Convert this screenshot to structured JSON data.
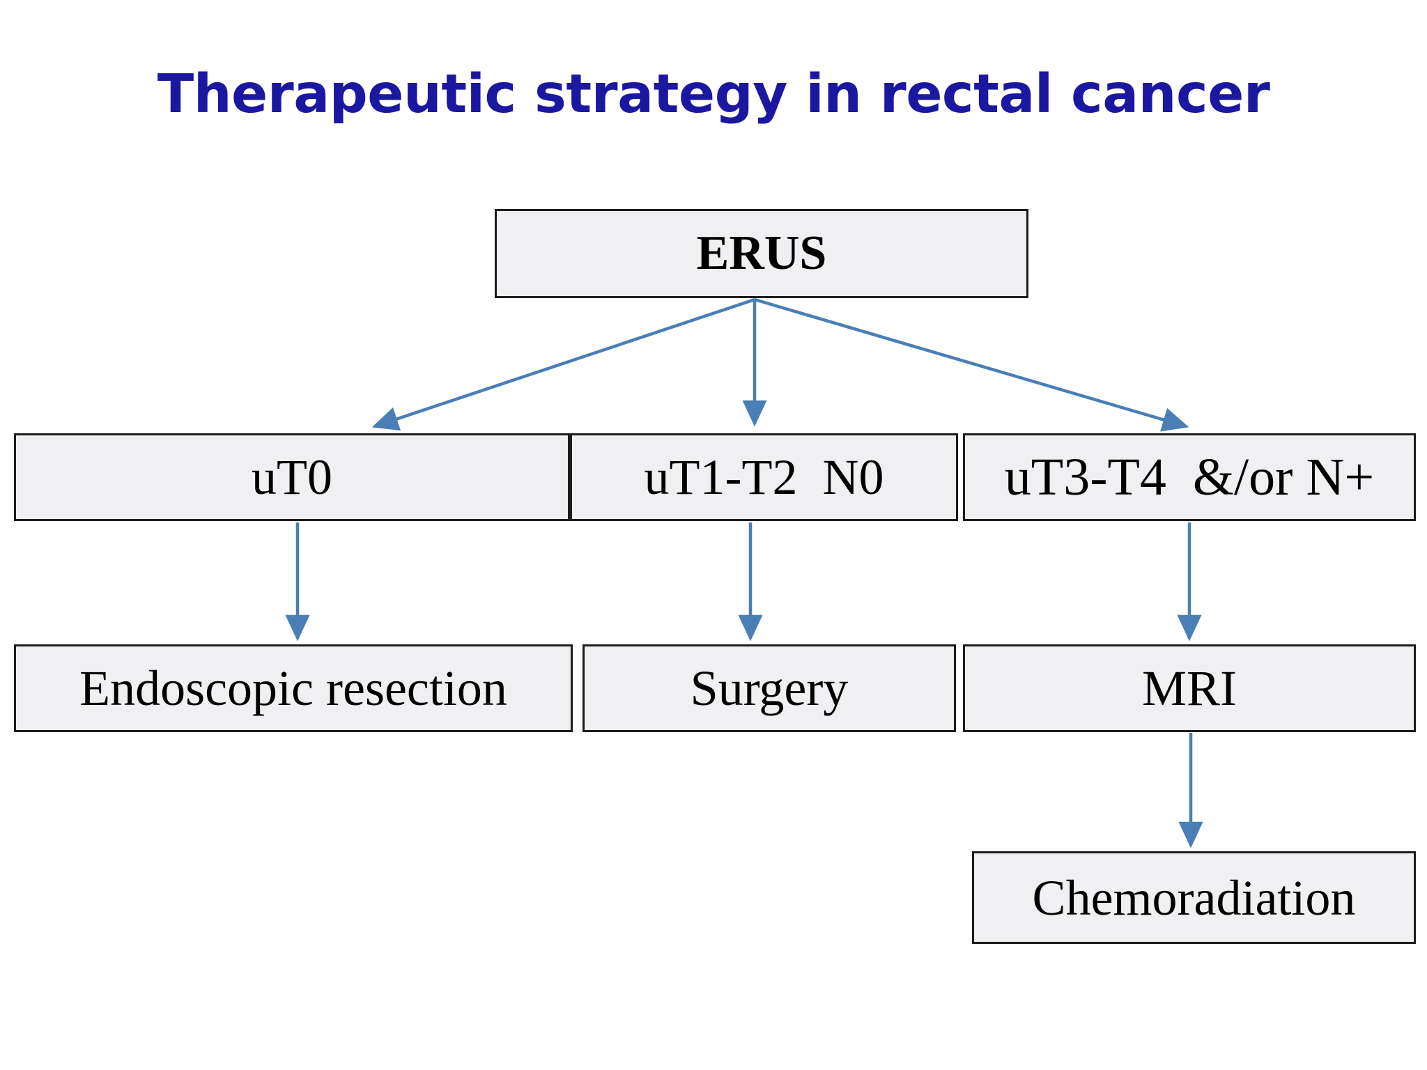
{
  "slide": {
    "title": "Therapeutic strategy in rectal cancer",
    "background_color": "#ffffff",
    "title_color": "#1a18a0"
  },
  "style": {
    "node_fill": "#f0eff1",
    "node_border": "#1c1c1c",
    "node_text": "#000000",
    "arrow_color": "#4a7fb5"
  },
  "flowchart": {
    "type": "diagram",
    "nodes": [
      {
        "id": "erus",
        "label": "ERUS",
        "bold": true
      },
      {
        "id": "ut0",
        "label": "uT0",
        "bold": false
      },
      {
        "id": "ut1t2",
        "label": "uT1-T2  N0",
        "bold": false
      },
      {
        "id": "ut3t4",
        "label": "uT3-T4  &/or N+",
        "bold": false
      },
      {
        "id": "endoscopic",
        "label": "Endoscopic resection",
        "bold": false
      },
      {
        "id": "surgery",
        "label": "Surgery",
        "bold": false
      },
      {
        "id": "mri",
        "label": "MRI",
        "bold": false
      },
      {
        "id": "chemo",
        "label": "Chemoradiation",
        "bold": false
      }
    ],
    "edges": [
      {
        "from": "erus",
        "to": "ut0"
      },
      {
        "from": "erus",
        "to": "ut1t2"
      },
      {
        "from": "erus",
        "to": "ut3t4"
      },
      {
        "from": "ut0",
        "to": "endoscopic"
      },
      {
        "from": "ut1t2",
        "to": "surgery"
      },
      {
        "from": "ut3t4",
        "to": "mri"
      },
      {
        "from": "mri",
        "to": "chemo"
      }
    ]
  }
}
